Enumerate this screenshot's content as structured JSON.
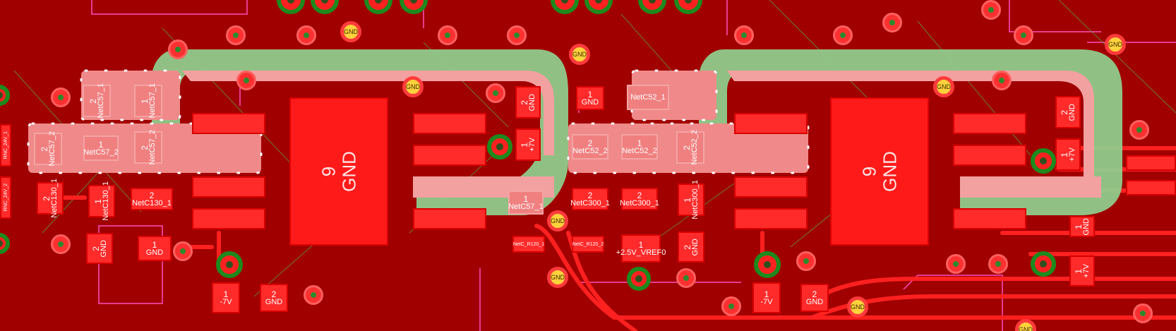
{
  "view": {
    "app": "PCB layout editor",
    "layer_colors": {
      "board": "#9a0000",
      "copper": "#ff2a2a",
      "selection": "#8fd08f",
      "outline": "#ff4fbf"
    }
  },
  "components": {
    "u_left": {
      "center_pad": {
        "num": "9",
        "net": "GND"
      }
    },
    "u_right": {
      "center_pad": {
        "num": "9",
        "net": "GND"
      }
    },
    "c57": {
      "p1": {
        "num": "2",
        "net": "NetC57_1"
      },
      "p2": {
        "num": "1",
        "net": "NetC57_1"
      },
      "p3": {
        "num": "1",
        "net": "NetC57_2"
      },
      "p4": {
        "num": "2",
        "net": "NetC57_2"
      },
      "p5": {
        "num": "2",
        "net": "NetC57_2"
      }
    },
    "c130": {
      "p1": {
        "num": "2",
        "net": "NetC130_1"
      },
      "p2": {
        "num": "1",
        "net": "NetC130_1"
      },
      "p3": {
        "num": "2",
        "net": "NetC130_1"
      }
    },
    "c52": {
      "p1": {
        "num": "2",
        "net": "NetC52_2"
      },
      "p2": {
        "num": "1",
        "net": "NetC52_2"
      },
      "p3": {
        "num": "2",
        "net": "NetC52_2"
      }
    },
    "c300": {
      "p1": {
        "num": "2",
        "net": "NetC300_1"
      },
      "p2": {
        "num": "2",
        "net": "NetC300_1"
      },
      "p3": {
        "num": "1",
        "net": "NetC300_1"
      }
    },
    "pads": {
      "gnd_u_left": {
        "num": "2",
        "net": "GND"
      },
      "p7v_u_left": {
        "num": "1",
        "net": "+7V"
      },
      "c57_out": {
        "num": "1",
        "net": "NetC57_1"
      },
      "gnd_mid": {
        "num": "1",
        "net": "GND"
      },
      "gnd_left_a": {
        "num": "2",
        "net": "GND"
      },
      "gnd_left_b": {
        "num": "1",
        "net": "GND"
      },
      "m7v_left": {
        "num": "1",
        "net": "-7V"
      },
      "gnd_left_c": {
        "num": "2",
        "net": "GND"
      },
      "vref": {
        "num": "1",
        "net": "+2.5V_VREF0"
      },
      "gnd_vref": {
        "num": "2",
        "net": "GND"
      },
      "gnd_u_right": {
        "num": "2",
        "net": "GND"
      },
      "p7v_u_right": {
        "num": "1",
        "net": "+7V"
      },
      "m7v_right": {
        "num": "1",
        "net": "-7V"
      },
      "gnd_right_c": {
        "num": "2",
        "net": "GND"
      },
      "gnd_edge": {
        "num": "1",
        "net": "GND"
      },
      "p7v_edge": {
        "num": "1",
        "net": "+7V"
      }
    },
    "tiny_labels": {
      "a": "RNC_24V_1",
      "b": "RNC_24V_2",
      "c": "NetC_R120_1",
      "d": "NetC_R120_2",
      "e": "NetC52_1"
    },
    "gnd_via_label": "GND"
  }
}
